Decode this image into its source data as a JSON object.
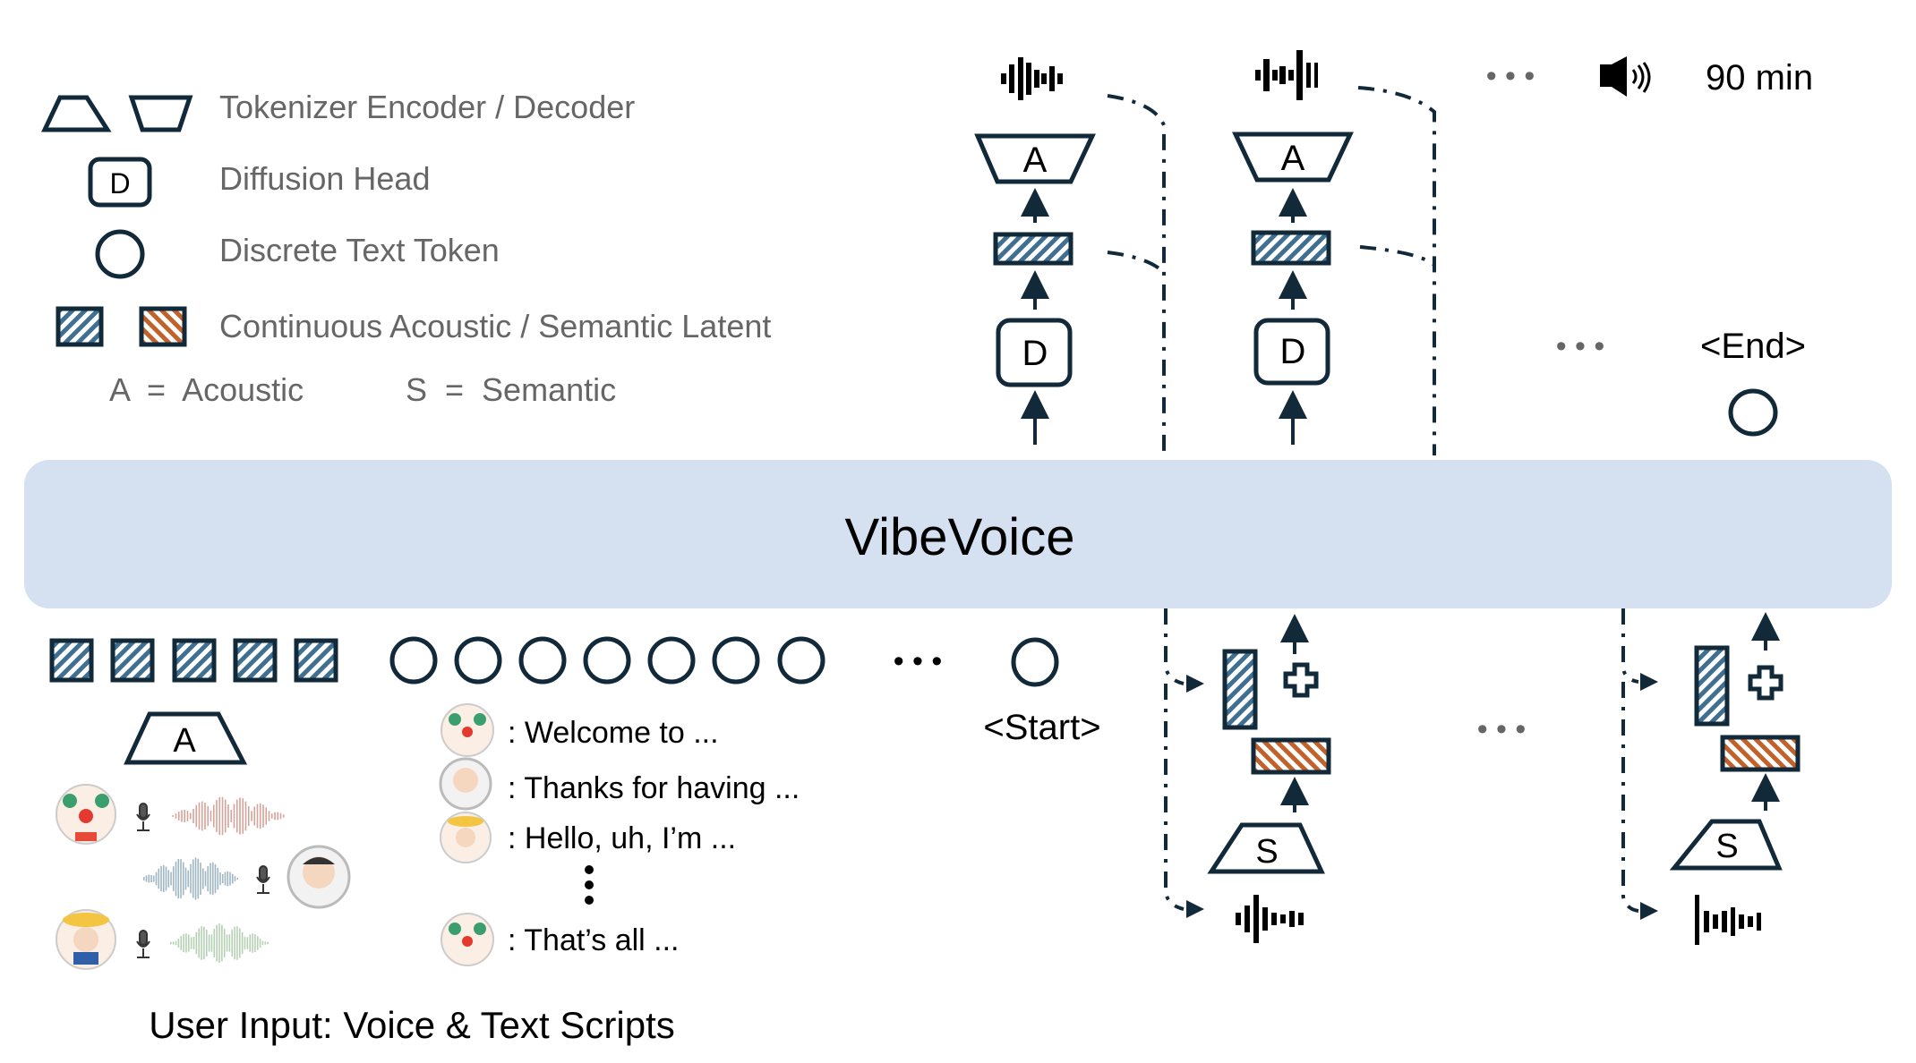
{
  "legend": {
    "tokenizer": "Tokenizer Encoder / Decoder",
    "diffusion": "Diffusion Head",
    "diffusion_glyph": "D",
    "text_token": "Discrete Text Token",
    "latent": "Continuous Acoustic / Semantic Latent",
    "acoustic_def": "A  =  Acoustic",
    "semantic_def": "S  =  Semantic"
  },
  "main": {
    "model_name": "VibeVoice"
  },
  "output": {
    "duration": "90 min",
    "end_token": "<End>",
    "decoder_label": "A",
    "diffusion_label": "D",
    "ellipsis": "• • •"
  },
  "input": {
    "start_token": "<Start>",
    "encoder_label": "A",
    "semantic_label": "S",
    "caption": "User Input: Voice & Text Scripts",
    "ellipsis": "• • •",
    "scripts": [
      {
        "speaker": "clown",
        "text": ": Welcome to ..."
      },
      {
        "speaker": "astronaut",
        "text": ": Thanks for having ..."
      },
      {
        "speaker": "farmer",
        "text": ": Hello, uh, I’m ..."
      },
      {
        "speaker": "clown",
        "text": ": That’s all ..."
      }
    ],
    "voice_prompts": [
      {
        "speaker": "clown",
        "wave_color": "#d4a49a"
      },
      {
        "speaker": "astronaut",
        "wave_color": "#9fb6c4"
      },
      {
        "speaker": "farmer",
        "wave_color": "#b5d1b4"
      }
    ]
  },
  "colors": {
    "band": "#d5e0f1",
    "stroke": "#12293a",
    "acoustic": "#3f6f91",
    "semantic": "#c2622b",
    "legend_text": "#666666"
  }
}
